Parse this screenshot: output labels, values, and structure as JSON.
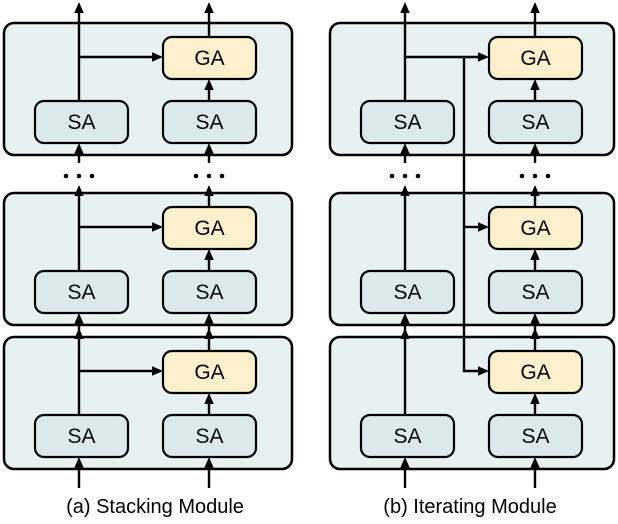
{
  "labels": {
    "sa": "SA",
    "ga": "GA",
    "ellipsis": "..."
  },
  "captions": {
    "a": "(a) Stacking Module",
    "b": "(b) Iterating Module"
  },
  "colors": {
    "background": "#ffffff",
    "panel_fill": "#e8f1f1",
    "sa_fill": "#dbe9ec",
    "ga_fill": "#fcf1cc",
    "line": "#000000",
    "text": "#000000"
  }
}
